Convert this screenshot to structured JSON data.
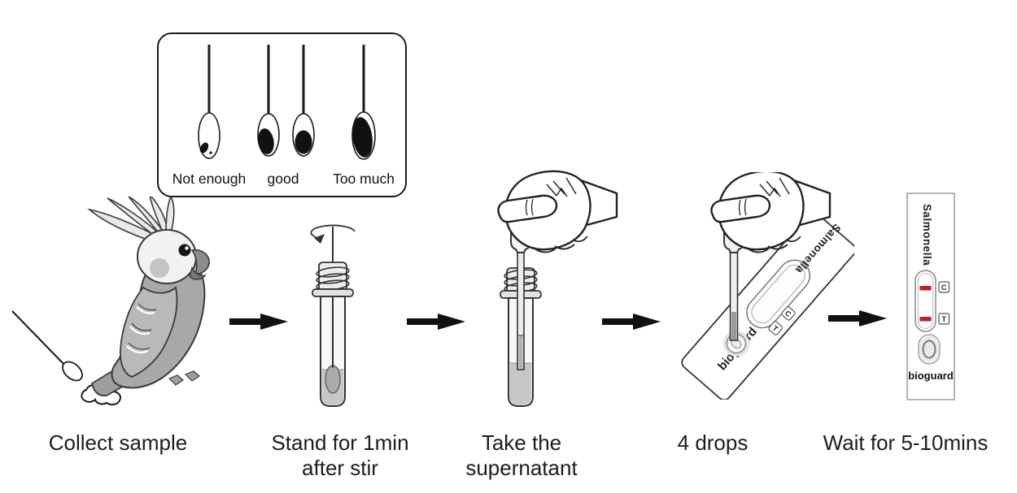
{
  "inset": {
    "labels": [
      "Not enough",
      "good",
      "Too much"
    ]
  },
  "steps": [
    {
      "caption": [
        "Collect sample"
      ]
    },
    {
      "caption": [
        "Stand for 1min",
        "after stir"
      ]
    },
    {
      "caption": [
        "Take the",
        "supernatant"
      ]
    },
    {
      "caption": [
        "4 drops"
      ]
    },
    {
      "caption": [
        "Wait for 5-10mins"
      ]
    }
  ],
  "cassette": {
    "test_name": "Salmonella",
    "brand": "bioguard",
    "control_label": "C",
    "test_label": "T"
  },
  "colors": {
    "test_line": "#b5242a",
    "outline": "#1a1a1a"
  }
}
